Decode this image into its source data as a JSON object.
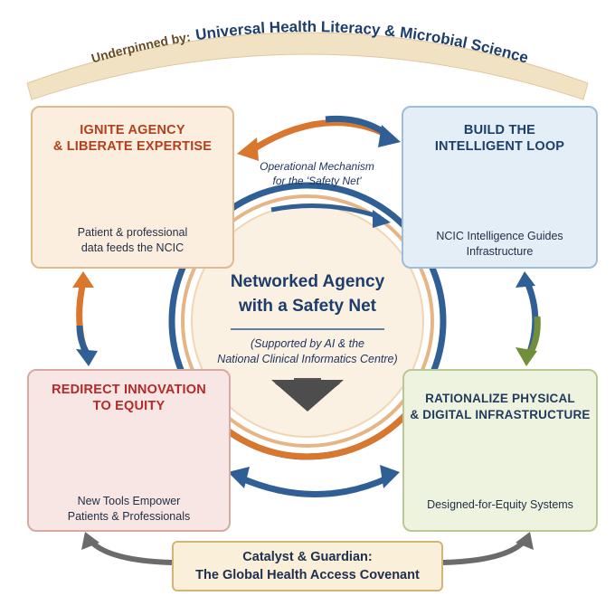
{
  "arc_banner": {
    "prefix": "Underpinned by:",
    "highlight": "Universal Health Literacy & Microbial Science"
  },
  "center": {
    "title_lines": [
      "Networked Agency",
      "with a Safety Net"
    ],
    "subtitle_lines": [
      "(Supported by AI & the",
      "National Clinical Informatics Centre)"
    ]
  },
  "mechanism_lines": [
    "Operational Mechanism",
    "for the 'Safety Net'"
  ],
  "boxes": {
    "top_left": {
      "title_lines": [
        "IGNITE AGENCY",
        "& LIBERATE EXPERTISE"
      ],
      "caption_lines": [
        "Patient & professional",
        "data feeds the NCIC"
      ]
    },
    "top_right": {
      "title_lines": [
        "BUILD THE",
        "INTELLIGENT LOOP"
      ],
      "caption_lines": [
        "NCIC Intelligence Guides",
        "Infrastructure"
      ]
    },
    "bottom_left": {
      "title_lines": [
        "REDIRECT INNOVATION",
        "TO EQUITY"
      ],
      "caption_lines": [
        "New Tools Empower",
        "Patients & Professionals"
      ]
    },
    "bottom_right": {
      "title_lines": [
        "RATIONALIZE PHYSICAL",
        "& DIGITAL INFRASTRUCTURE"
      ],
      "caption_lines": [
        "Designed-for-Equity Systems"
      ]
    }
  },
  "footer": {
    "line1": "Catalyst & Guardian:",
    "line2": "The Global Health Access Covenant"
  },
  "colors": {
    "orange": "#d9772e",
    "blue": "#2f5f94",
    "green": "#6f8f3a",
    "gray": "#6b6b6b",
    "banner": "#f2e2c4"
  }
}
